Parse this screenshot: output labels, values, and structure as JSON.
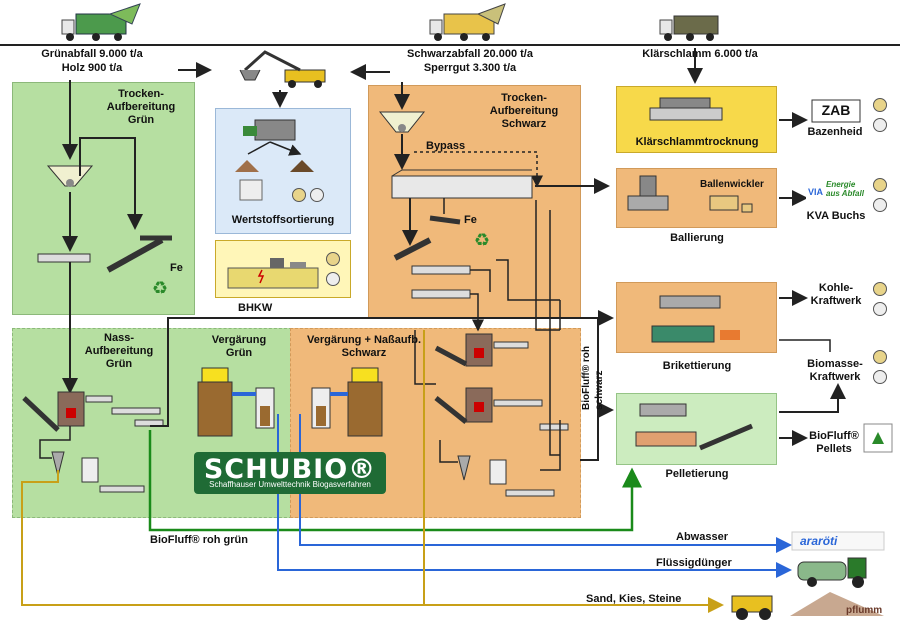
{
  "inputs": {
    "green_waste": "Grünabfall 9.000 t/a",
    "wood": "Holz 900 t/a",
    "black_waste": "Schwarzabfall 20.000 t/a",
    "bulky": "Sperrgut 3.300 t/a",
    "sludge": "Klärschlamm 6.000 t/a"
  },
  "sections": {
    "dry_green": "Trocken-\nAufbereitung\nGrün",
    "dry_black": "Trocken-\nAufbereitung\nSchwarz",
    "bypass": "Bypass",
    "fe_green": "Fe",
    "fe_black": "Fe",
    "recycling": "Wertstoffsortierung",
    "bhkw": "BHKW",
    "wet_green": "Nass-\nAufbereitung\nGrün",
    "ferm_green": "Vergärung\nGrün",
    "ferm_black": "Vergärung + Naßaufb.\nSchwarz",
    "sludge_dry": "Klärschlammtrocknung",
    "baling": "Ballierung",
    "baler": "Ballenwickler",
    "briquetting": "Brikettierung",
    "pelleting": "Pelletierung",
    "biofluff_black": "BioFluff® roh schwarz",
    "biofluff_green": "BioFluff® roh grün"
  },
  "outputs": {
    "bazenheid": "Bazenheid",
    "kva": "KVA Buchs",
    "coal_plant": "Kohle-\nKraftwerk",
    "biomass_plant": "Biomasse-\nKraftwerk",
    "pellets": "BioFluff®\nPellets",
    "wastewater": "Abwasser",
    "liquid_fertilizer": "Flüssigdünger",
    "sand": "Sand, Kies, Steine"
  },
  "logos": {
    "zab": "ZAB",
    "energie": "Energie aus Abfall",
    "via": "VIA",
    "ara": "araröti",
    "pflumm": "pflumm",
    "schubio_main": "SCHUBIO®",
    "schubio_sub": "Schaffhauser Umwelttechnik Biogasverfahren"
  },
  "colors": {
    "green_area": "#b6dfa1",
    "orange_area": "#f0b97a",
    "yellow_area": "#f7d94a",
    "blue_area": "#dbe9f8",
    "flow_black": "#222222",
    "flow_green": "#1a8a1a",
    "flow_blue": "#2a66d8",
    "flow_gold": "#c8a018",
    "logo_green": "#1f6b35"
  }
}
